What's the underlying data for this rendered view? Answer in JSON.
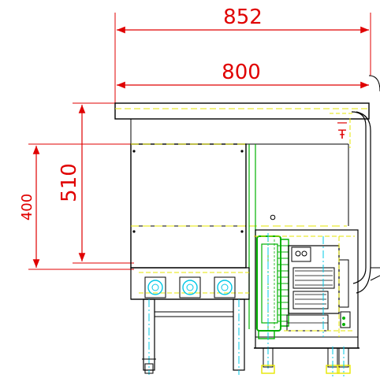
{
  "dimensions": {
    "overall_width": "852",
    "body_width": "800",
    "cabinet_height": "510",
    "tank_height": "400"
  },
  "annotations": {
    "flow_symbol": "Ŧ"
  },
  "colors": {
    "dimension": "#e00000",
    "outline": "#000000",
    "hidden": "#e6e600",
    "motor": "#00b000",
    "centerline": "#00c8e6"
  }
}
